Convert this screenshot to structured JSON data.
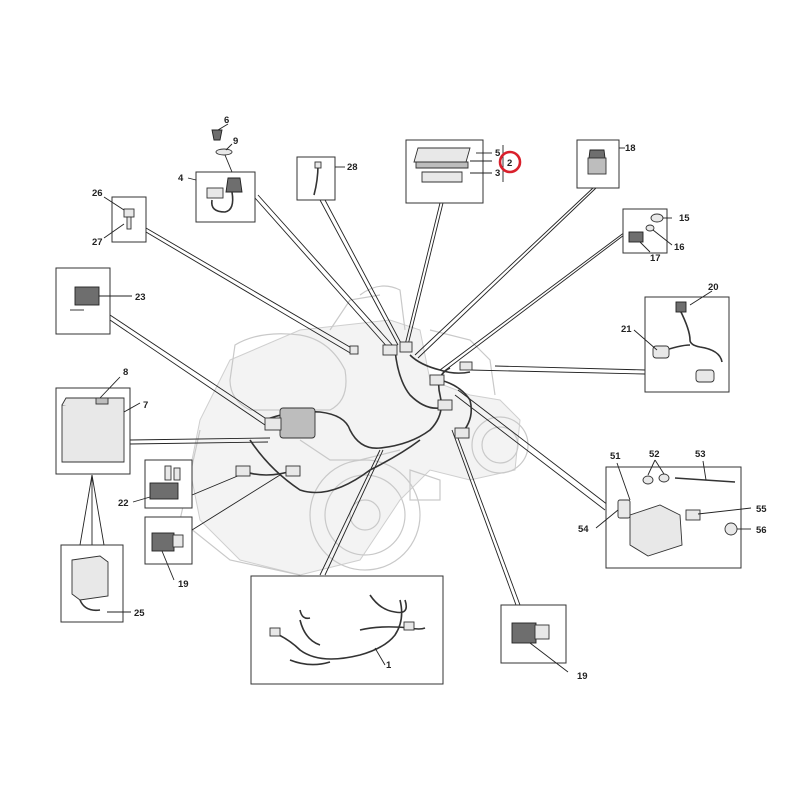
{
  "diagram": {
    "highlight_color": "#d9202c",
    "callouts": {
      "c1": "1",
      "c2": "2",
      "c3": "3",
      "c4": "4",
      "c5": "5",
      "c6": "6",
      "c7": "7",
      "c8": "8",
      "c9": "9",
      "c15": "15",
      "c16": "16",
      "c17": "17",
      "c18": "18",
      "c19a": "19",
      "c19b": "19",
      "c20": "20",
      "c21": "21",
      "c22": "22",
      "c23": "23",
      "c25": "25",
      "c26": "26",
      "c27": "27",
      "c28": "28",
      "c51": "51",
      "c52": "52",
      "c53": "53",
      "c54": "54",
      "c55": "55",
      "c56": "56"
    },
    "selected_callout": "2"
  }
}
